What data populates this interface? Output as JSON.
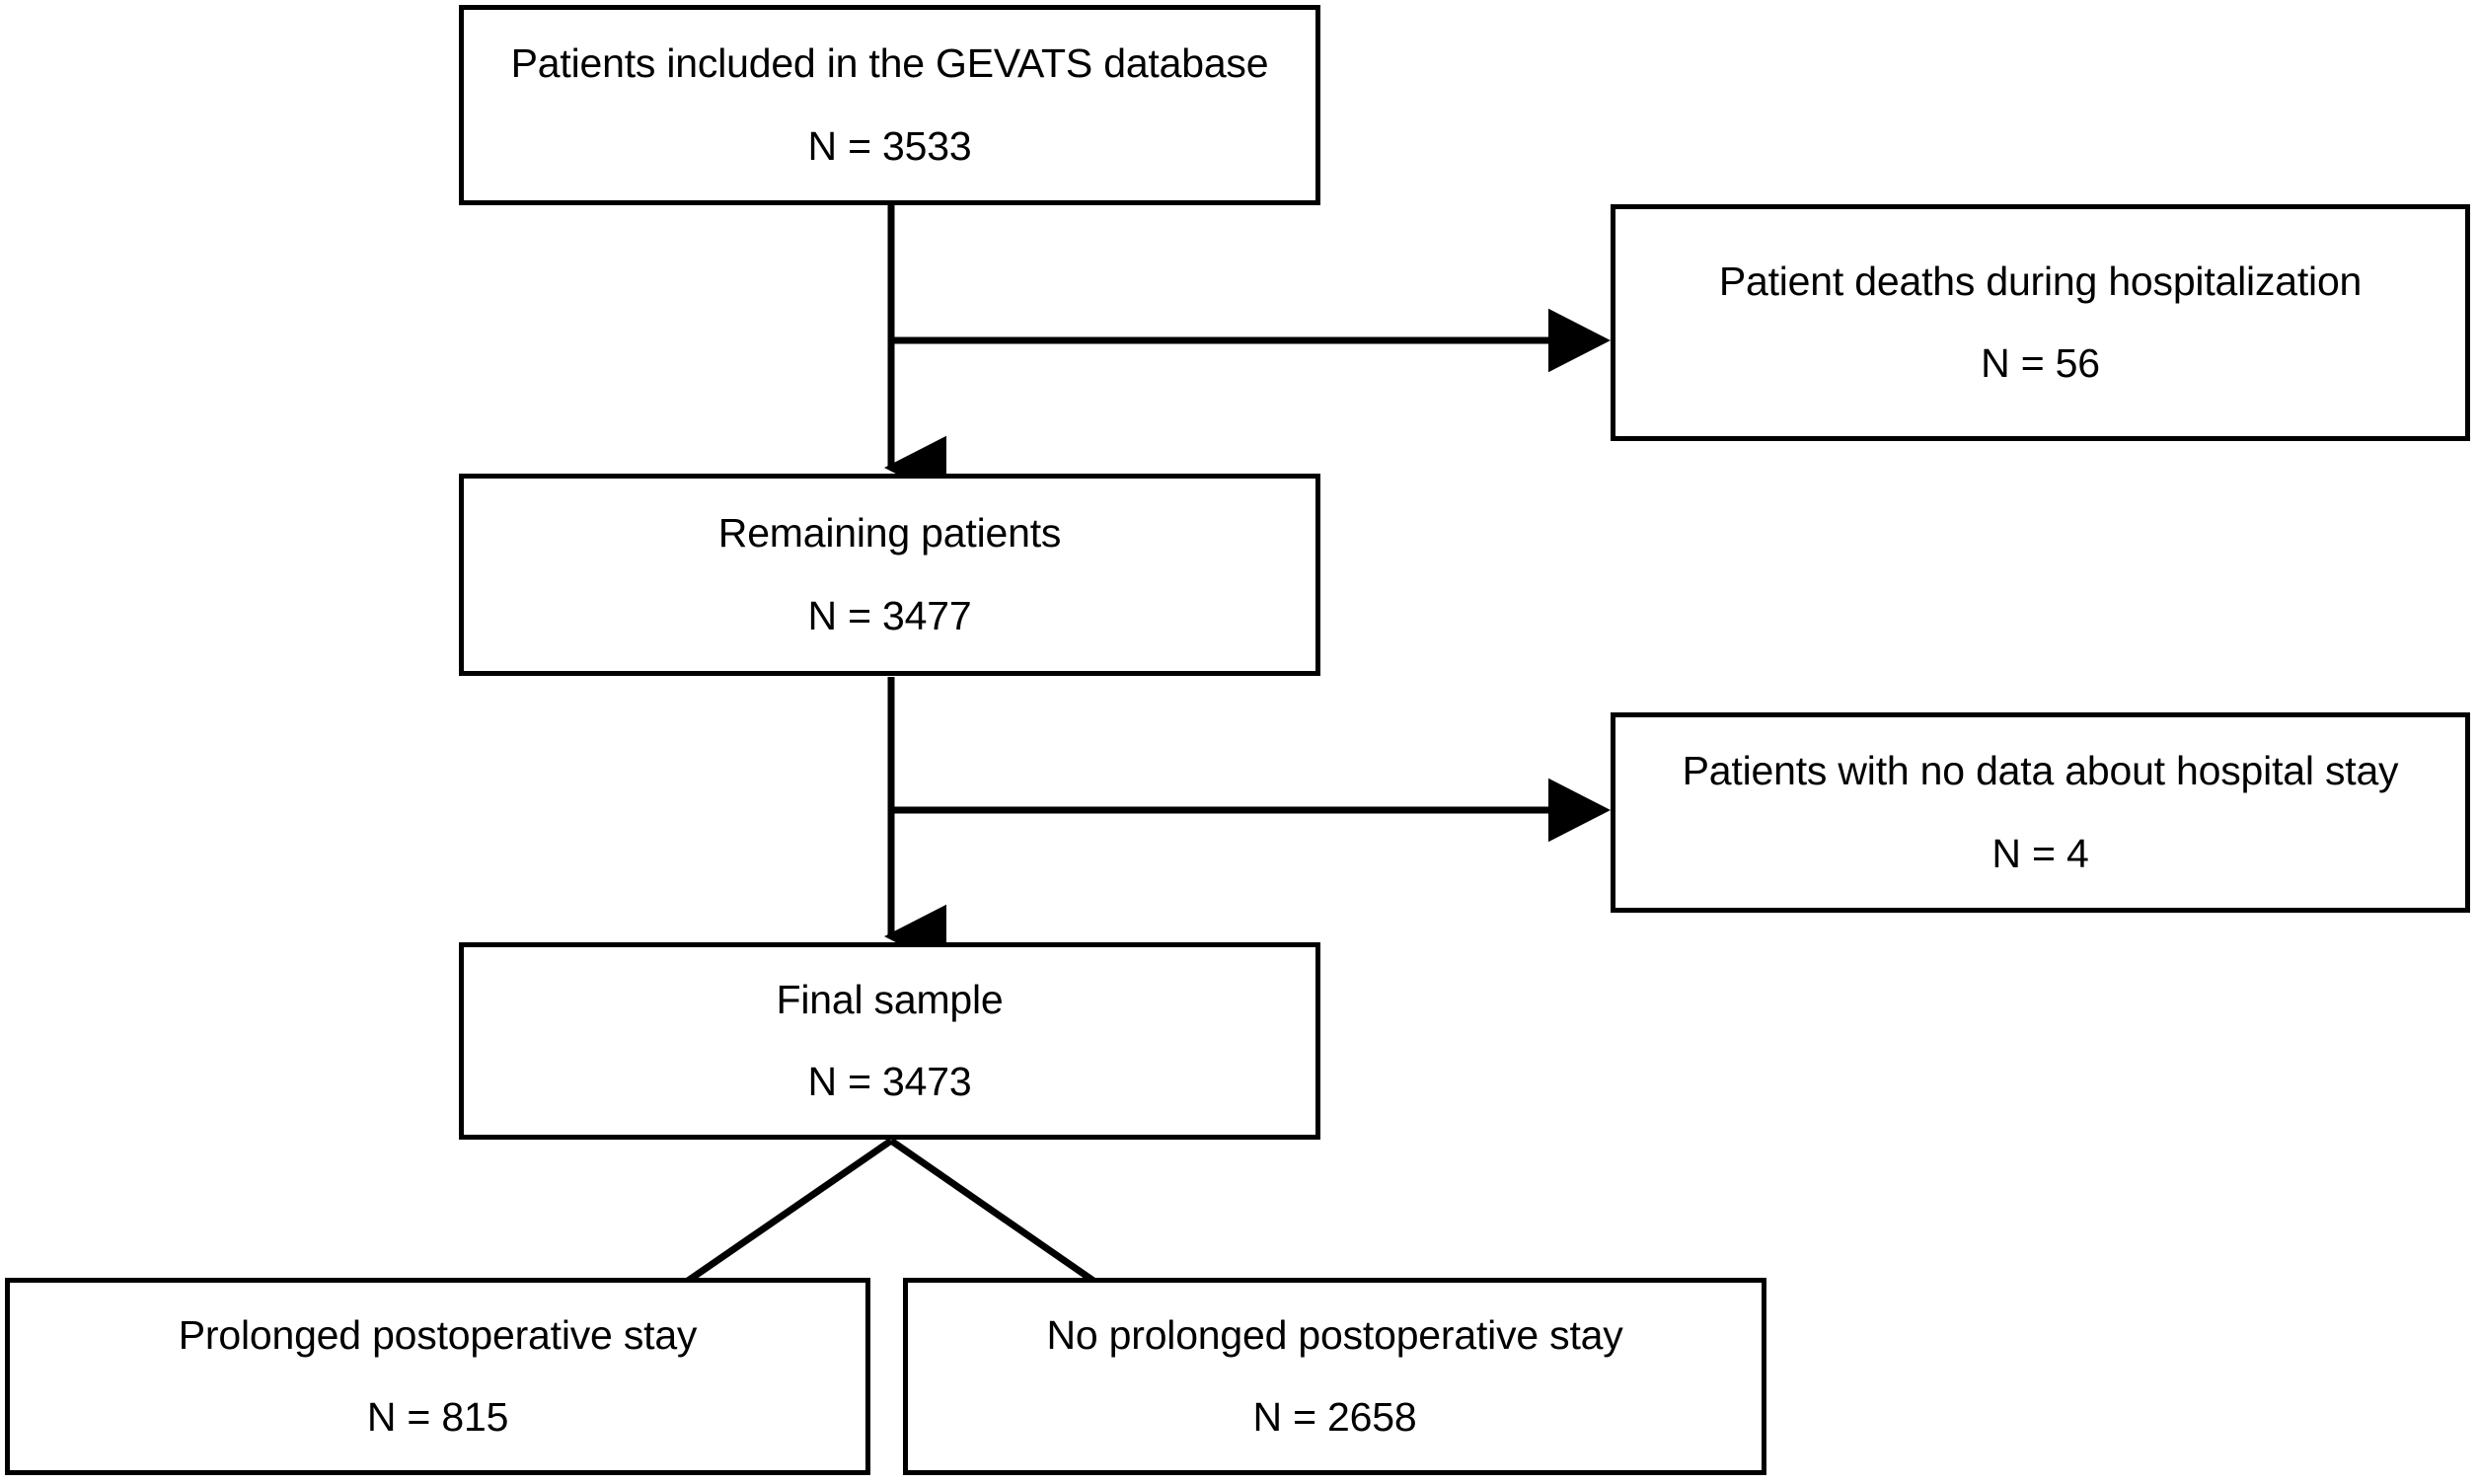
{
  "diagram": {
    "type": "patient-flow-chart",
    "orientation": "top-to-bottom",
    "line_color": "#000000",
    "box_fill": "#ffffff",
    "background": "#ffffff"
  },
  "nodes": {
    "source": {
      "title": "Patients included in the GEVATS database",
      "count": "N = 3533"
    },
    "deaths": {
      "title": "Patient deaths during hospitalization",
      "count": "N = 56"
    },
    "remaining": {
      "title": "Remaining patients",
      "count": "N = 3477"
    },
    "no_data": {
      "title": "Patients with no data about hospital stay",
      "count": "N = 4"
    },
    "final": {
      "title": "Final sample",
      "count": "N = 3473"
    },
    "prolonged": {
      "title": "Prolonged postoperative stay",
      "count": "N = 815"
    },
    "not_prolonged": {
      "title": "No prolonged postoperative stay",
      "count": "N = 2658"
    }
  },
  "chart_data": {
    "type": "flowchart",
    "title": "",
    "stages": [
      {
        "id": "source",
        "label": "Patients included in the GEVATS database",
        "n": 3533
      },
      {
        "id": "deaths",
        "label": "Patient deaths during hospitalization",
        "n": 56
      },
      {
        "id": "remaining",
        "label": "Remaining patients",
        "n": 3477
      },
      {
        "id": "no_data",
        "label": "Patients with no data about hospital stay",
        "n": 4
      },
      {
        "id": "final",
        "label": "Final sample",
        "n": 3473
      },
      {
        "id": "prolonged",
        "label": "Prolonged postoperative stay",
        "n": 815
      },
      {
        "id": "not_prolonged",
        "label": "No prolonged postoperative stay",
        "n": 2658
      }
    ],
    "edges": [
      {
        "from": "source",
        "to": "deaths",
        "kind": "exclusion"
      },
      {
        "from": "source",
        "to": "remaining",
        "kind": "flow"
      },
      {
        "from": "remaining",
        "to": "no_data",
        "kind": "exclusion"
      },
      {
        "from": "remaining",
        "to": "final",
        "kind": "flow"
      },
      {
        "from": "final",
        "to": "prolonged",
        "kind": "split"
      },
      {
        "from": "final",
        "to": "not_prolonged",
        "kind": "split"
      }
    ]
  }
}
